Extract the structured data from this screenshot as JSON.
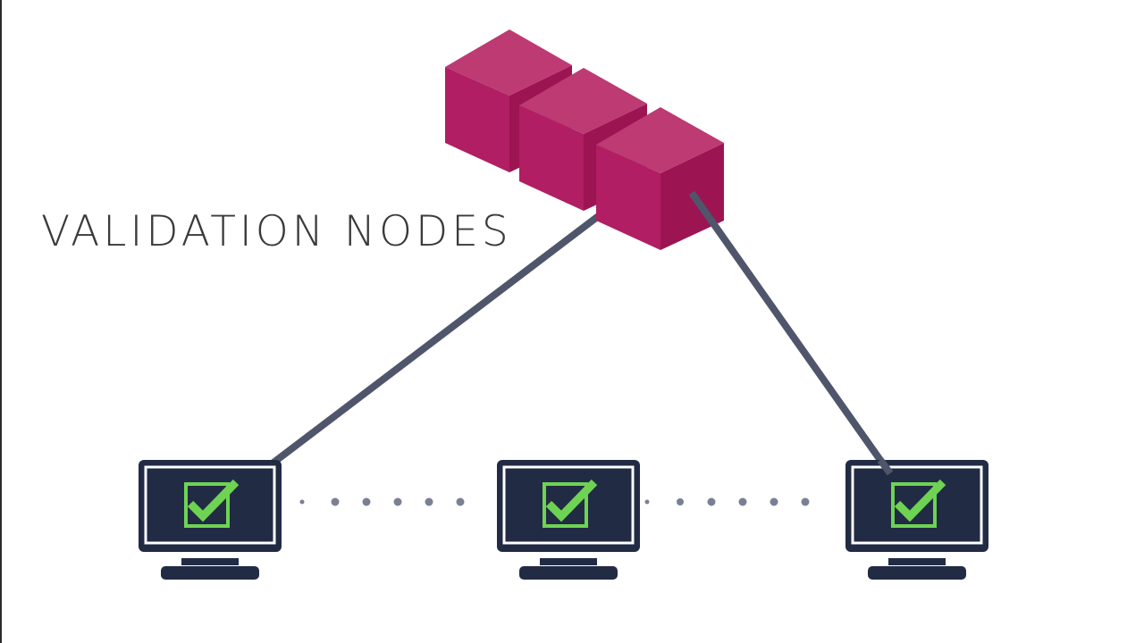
{
  "diagram": {
    "title": "VALIDATION NODES",
    "blocks": [
      {
        "id": "block-1"
      },
      {
        "id": "block-2"
      },
      {
        "id": "block-3"
      }
    ],
    "computers": [
      {
        "id": "computer-left",
        "status": "validated",
        "icon": "checkmark-icon"
      },
      {
        "id": "computer-middle",
        "status": "validated",
        "icon": "checkmark-icon"
      },
      {
        "id": "computer-right",
        "status": "validated",
        "icon": "checkmark-icon"
      }
    ],
    "connections": [
      {
        "from": "block-3",
        "to": "computer-left"
      },
      {
        "from": "block-3",
        "to": "computer-right"
      }
    ],
    "colors": {
      "block_top": "#bd3a73",
      "block_front": "#b11e63",
      "block_side": "#9c1552",
      "connector": "#4f566b",
      "monitor": "#222b44",
      "check": "#6ed353",
      "dots": "#7a8094"
    }
  }
}
